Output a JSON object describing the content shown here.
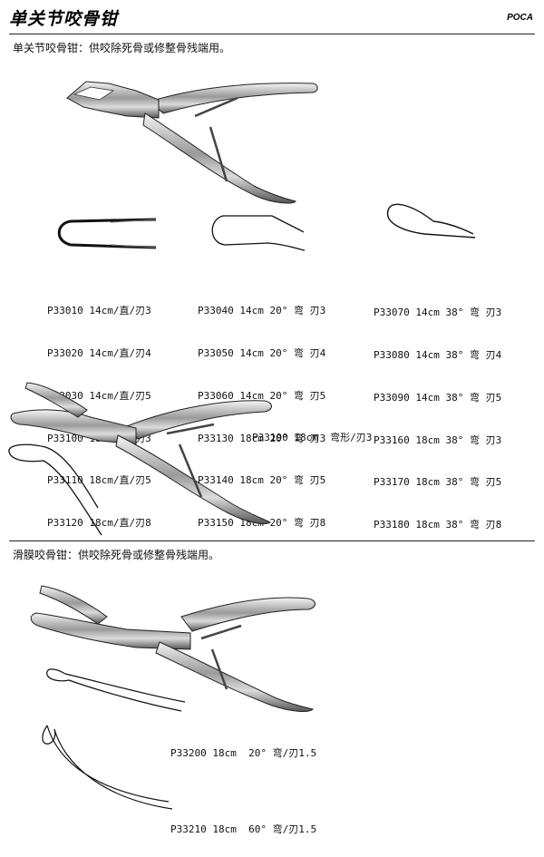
{
  "header": {
    "title": "单关节咬骨钳",
    "brand": "POCA"
  },
  "section1": {
    "description": "单关节咬骨钳：供咬除死骨或修整骨残端用。",
    "group_straight": [
      "P33010 14cm/直/刃3",
      "P33020 14cm/直/刃4",
      "P33030 14cm/直/刃5",
      "P33100 18cm/直/刃3",
      "P33110 18cm/直/刃5",
      "P33120 18cm/直/刃8"
    ],
    "group_20deg": [
      "P33040 14cm 20° 弯 刃3",
      "P33050 14cm 20° 弯 刃4",
      "P33060 14cm 20° 弯 刃5",
      "P33130 18cm 20° 弯 刃3",
      "P33140 18cm 20° 弯 刃5",
      "P33150 18cm 20° 弯 刃8"
    ],
    "group_38deg": [
      "P33070 14cm 38° 弯 刃3",
      "P33080 14cm 38° 弯 刃4",
      "P33090 14cm 38° 弯 刃5",
      "P33160 18cm 38° 弯 刃3",
      "P33170 18cm 38° 弯 刃5",
      "P33180 18cm 38° 弯 刃8"
    ],
    "curved_item": "P33190 18cm  弯形/刃3"
  },
  "section2": {
    "description": "滑膜咬骨钳：供咬除死骨或修整骨残端用。",
    "item_20deg": "P33200 18cm  20° 弯/刃1.5",
    "item_60deg": "P33210 18cm  60° 弯/刃1.5"
  }
}
